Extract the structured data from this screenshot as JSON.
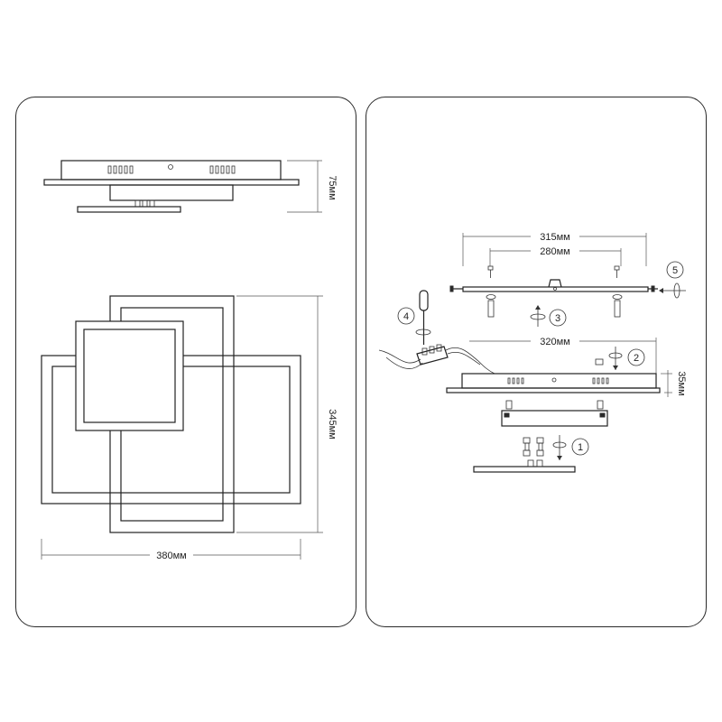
{
  "left_panel": {
    "dim_height_side": "75мм",
    "dim_height_front": "345мм",
    "dim_width_front": "380мм"
  },
  "right_panel": {
    "dim_bracket_outer": "315мм",
    "dim_bracket_holes": "280мм",
    "dim_base_width": "320мм",
    "dim_base_height": "35мм",
    "steps": [
      "1",
      "2",
      "3",
      "4",
      "5"
    ]
  }
}
